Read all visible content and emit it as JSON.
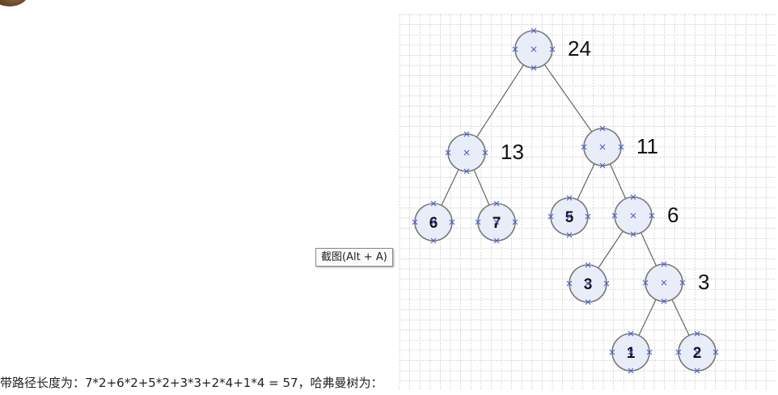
{
  "caption": "带路径长度为：7*2+6*2+5*2+3*3+2*4+1*4 = 57，哈弗曼树为：",
  "tooltip": "截图(Alt + A)",
  "colors": {
    "node_fill": "#e8edf8",
    "node_stroke": "#7a7a7a",
    "edge": "#666666",
    "marker": "#4a5bd8",
    "grid": "#c8c8c8"
  },
  "tree": {
    "nodes": [
      {
        "id": "n24",
        "inner": "",
        "side": "24"
      },
      {
        "id": "n13",
        "inner": "",
        "side": "13"
      },
      {
        "id": "n11",
        "inner": "",
        "side": "11"
      },
      {
        "id": "n6a",
        "inner": "6",
        "side": ""
      },
      {
        "id": "n7",
        "inner": "7",
        "side": ""
      },
      {
        "id": "n5",
        "inner": "5",
        "side": ""
      },
      {
        "id": "n6b",
        "inner": "",
        "side": "6"
      },
      {
        "id": "n3a",
        "inner": "3",
        "side": ""
      },
      {
        "id": "n3b",
        "inner": "",
        "side": "3"
      },
      {
        "id": "n1",
        "inner": "1",
        "side": ""
      },
      {
        "id": "n2",
        "inner": "2",
        "side": ""
      }
    ],
    "edges": [
      [
        "n24",
        "n13"
      ],
      [
        "n24",
        "n11"
      ],
      [
        "n13",
        "n6a"
      ],
      [
        "n13",
        "n7"
      ],
      [
        "n11",
        "n5"
      ],
      [
        "n11",
        "n6b"
      ],
      [
        "n6b",
        "n3a"
      ],
      [
        "n6b",
        "n3b"
      ],
      [
        "n3b",
        "n1"
      ],
      [
        "n3b",
        "n2"
      ]
    ]
  }
}
